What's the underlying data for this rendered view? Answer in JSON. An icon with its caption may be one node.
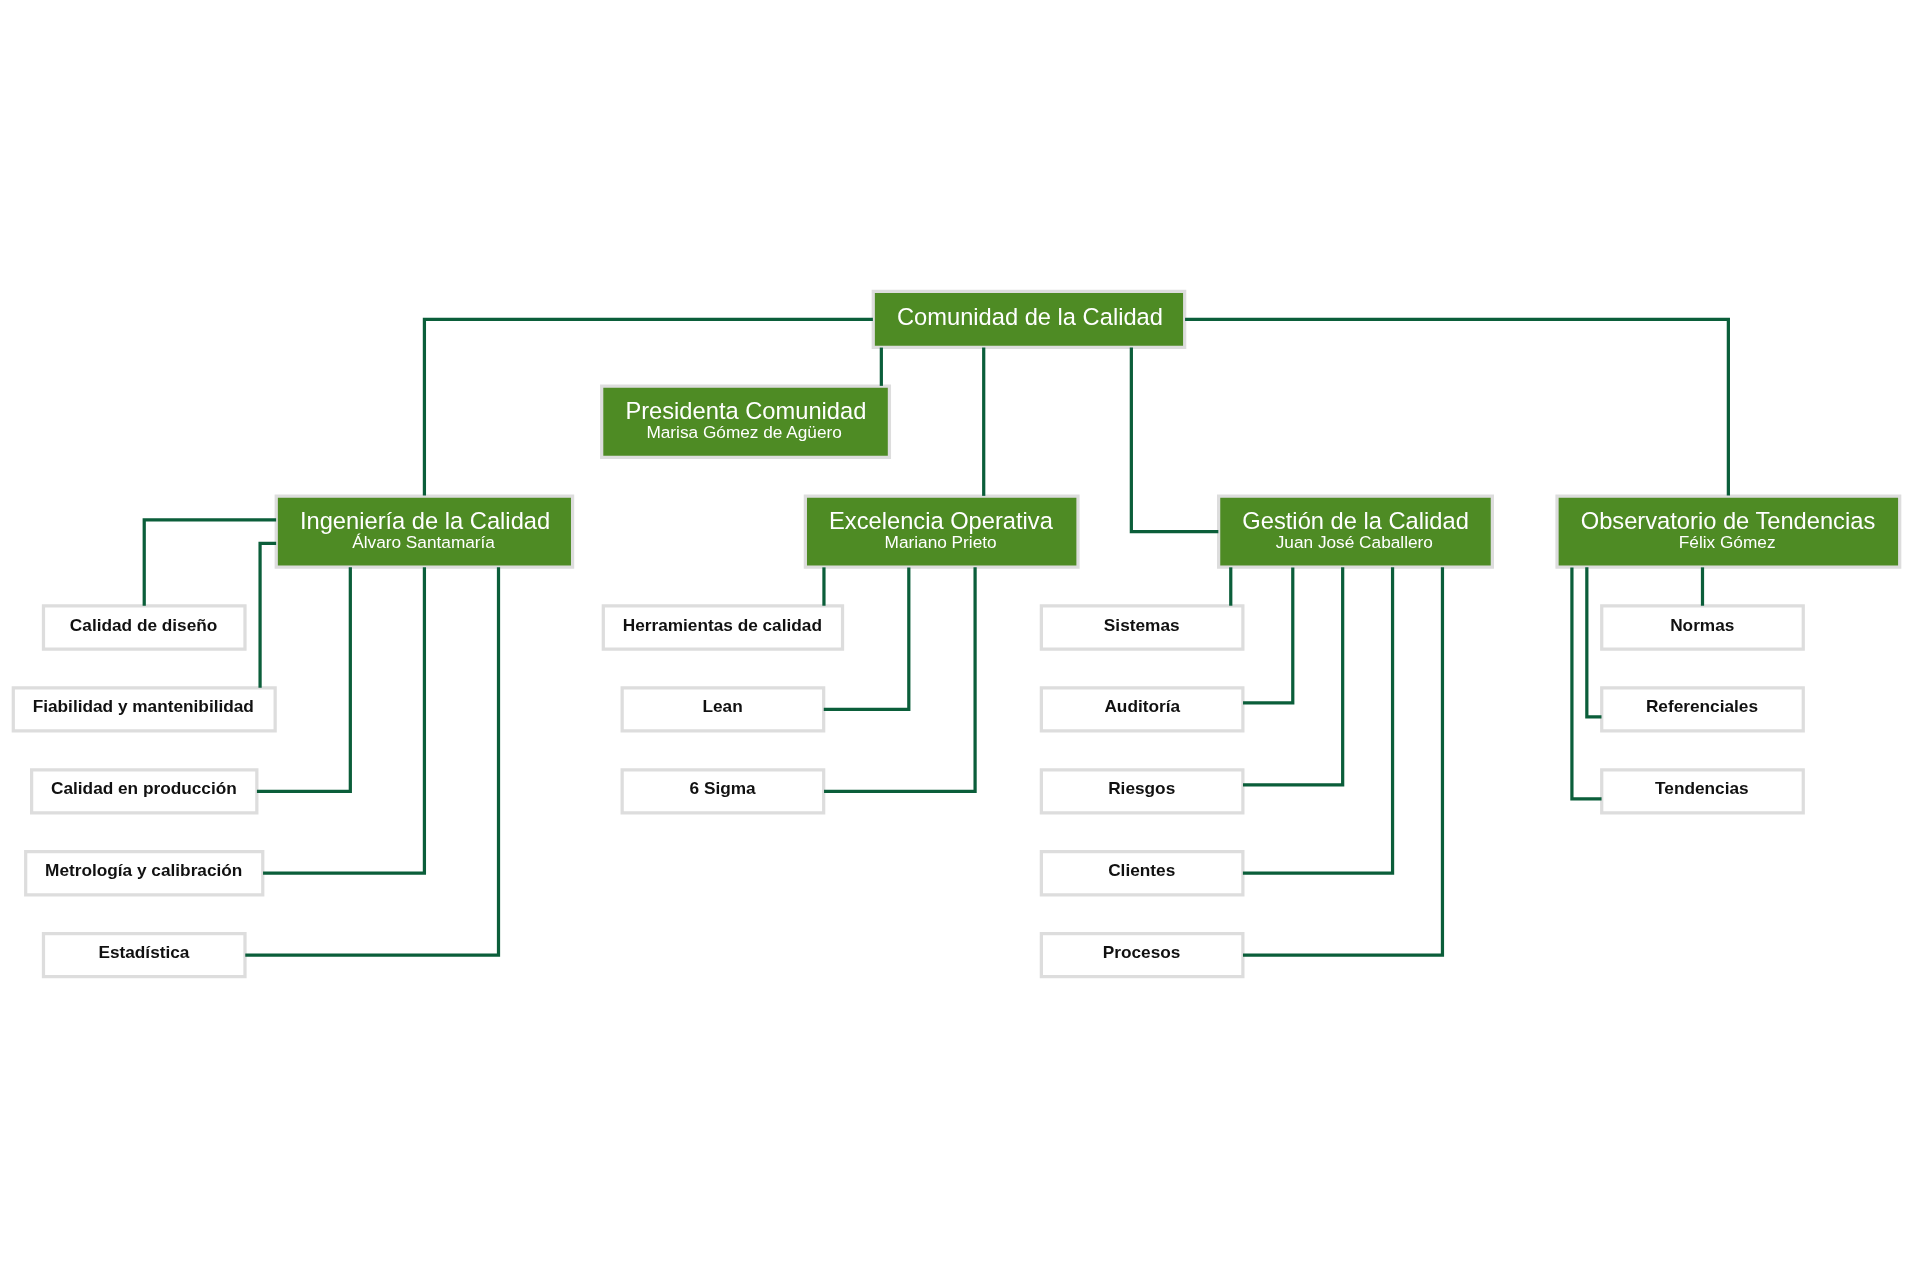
{
  "diagram": {
    "nodes": [
      {
        "text": [
          "Comunidad de la Calidad"
        ]
      },
      {
        "text": [
          "Presidenta Comunidad",
          "Marisa Gómez de Agüero"
        ]
      },
      {
        "text": [
          "Ingeniería de la Calidad",
          "Álvaro Santamaría"
        ]
      },
      {
        "text": [
          "Excelencia Operativa",
          "Mariano Prieto"
        ]
      },
      {
        "text": [
          "Gestión de la Calidad",
          "Juan José Caballero"
        ]
      },
      {
        "text": [
          "Observatorio de Tendencias",
          "Félix Gómez"
        ]
      },
      {
        "text": [
          "Calidad de diseño"
        ]
      },
      {
        "text": [
          "Fiabilidad y mantenibilidad"
        ]
      },
      {
        "text": [
          "Calidad en producción"
        ]
      },
      {
        "text": [
          "Metrología y calibración"
        ]
      },
      {
        "text": [
          "Estadística"
        ]
      },
      {
        "text": [
          "Herramientas de calidad"
        ]
      },
      {
        "text": [
          "Lean"
        ]
      },
      {
        "text": [
          "6 Sigma"
        ]
      },
      {
        "text": [
          "Sistemas"
        ]
      },
      {
        "text": [
          "Auditoría"
        ]
      },
      {
        "text": [
          "Riesgos"
        ]
      },
      {
        "text": [
          "Clientes"
        ]
      },
      {
        "text": [
          "Procesos"
        ]
      },
      {
        "text": [
          "Normas"
        ]
      },
      {
        "text": [
          "Referenciales"
        ]
      },
      {
        "text": [
          "Tendencias"
        ]
      }
    ],
    "edges": [
      {
        "from": 0,
        "to": 1,
        "arrow": "none"
      },
      {
        "from": 0,
        "to": 2,
        "arrow": "none"
      },
      {
        "from": 0,
        "to": 3,
        "arrow": "none"
      },
      {
        "from": 0,
        "to": 4,
        "arrow": "none"
      },
      {
        "from": 0,
        "to": 5,
        "arrow": "none"
      },
      {
        "from": 2,
        "to": 6,
        "arrow": "none"
      },
      {
        "from": 2,
        "to": 7,
        "arrow": "none"
      },
      {
        "from": 2,
        "to": 8,
        "arrow": "none"
      },
      {
        "from": 2,
        "to": 9,
        "arrow": "none"
      },
      {
        "from": 2,
        "to": 10,
        "arrow": "none"
      },
      {
        "from": 3,
        "to": 11,
        "arrow": "none"
      },
      {
        "from": 3,
        "to": 12,
        "arrow": "none"
      },
      {
        "from": 3,
        "to": 13,
        "arrow": "none"
      },
      {
        "from": 4,
        "to": 14,
        "arrow": "none"
      },
      {
        "from": 4,
        "to": 15,
        "arrow": "none"
      },
      {
        "from": 4,
        "to": 16,
        "arrow": "none"
      },
      {
        "from": 4,
        "to": 17,
        "arrow": "none"
      },
      {
        "from": 4,
        "to": 18,
        "arrow": "none"
      },
      {
        "from": 5,
        "to": 19,
        "arrow": "none"
      },
      {
        "from": 5,
        "to": 20,
        "arrow": "none"
      },
      {
        "from": 5,
        "to": 21,
        "arrow": "none"
      }
    ]
  }
}
